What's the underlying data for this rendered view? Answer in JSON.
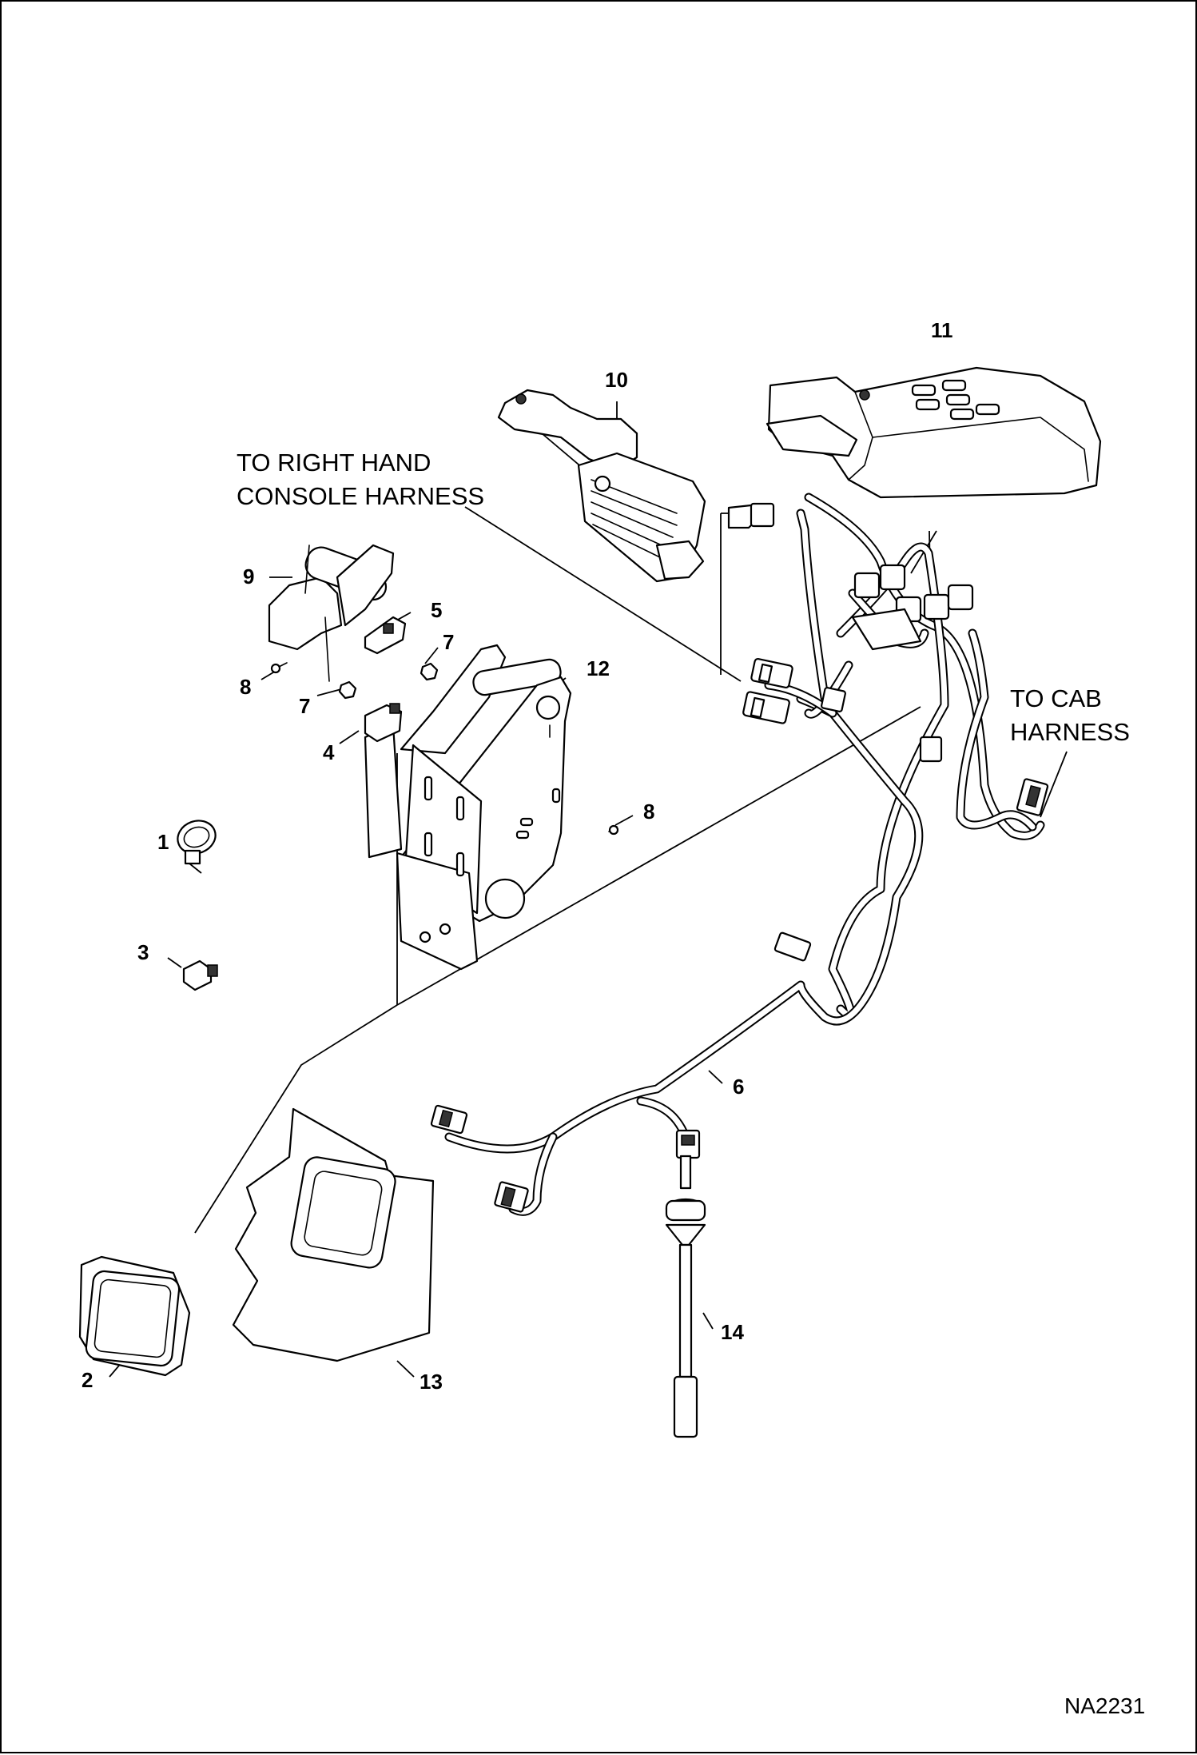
{
  "diagram": {
    "figure_id": "NA2231",
    "notes": {
      "right_hand_line1": "TO RIGHT HAND",
      "right_hand_line2": "CONSOLE HARNESS",
      "cab_line1": "TO CAB",
      "cab_line2": "HARNESS"
    },
    "callouts": {
      "c1": "1",
      "c2": "2",
      "c3": "3",
      "c4": "4",
      "c5": "5",
      "c6": "6",
      "c7a": "7",
      "c7b": "7",
      "c8a": "8",
      "c8b": "8",
      "c9": "9",
      "c10": "10",
      "c11": "11",
      "c12": "12",
      "c13": "13",
      "c14": "14"
    }
  }
}
